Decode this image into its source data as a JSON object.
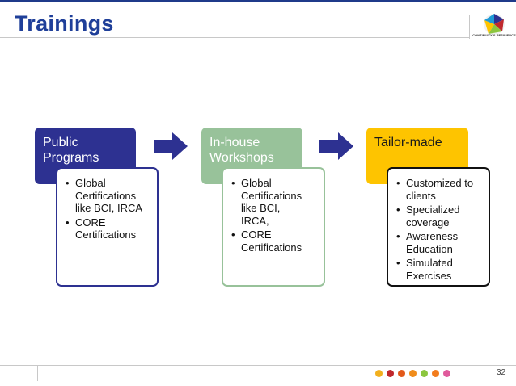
{
  "slide": {
    "title": "Trainings",
    "page_number": "32",
    "logo_text": "CONTINUITY & RESILIENCE"
  },
  "colors": {
    "title": "#1f3f99",
    "public": "#2d3191",
    "inhouse": "#98c29a",
    "tailor": "#fec400",
    "arrow": "#2d3191"
  },
  "boxes": [
    {
      "header_lines": [
        "Public",
        "Programs"
      ],
      "items": [
        [
          "Global",
          "Certifications",
          "like BCI, IRCA"
        ],
        [
          "CORE",
          "Certifications"
        ]
      ]
    },
    {
      "header_lines": [
        "In-house",
        "Workshops"
      ],
      "items": [
        [
          "Global",
          "Certifications",
          "like BCI,",
          "IRCA,"
        ],
        [
          "CORE",
          "Certifications"
        ]
      ]
    },
    {
      "header_lines": [
        "Tailor-made"
      ],
      "items": [
        [
          "Customized to",
          "clients"
        ],
        [
          "Specialized",
          "coverage"
        ],
        [
          "Awareness",
          "Education"
        ],
        [
          "Simulated",
          "Exercises"
        ]
      ]
    }
  ],
  "footer_dot_colors": [
    "#f2b01e",
    "#c0282d",
    "#e2591a",
    "#f08c1b",
    "#8cc63f",
    "#f27c1d",
    "#e05a9c"
  ]
}
